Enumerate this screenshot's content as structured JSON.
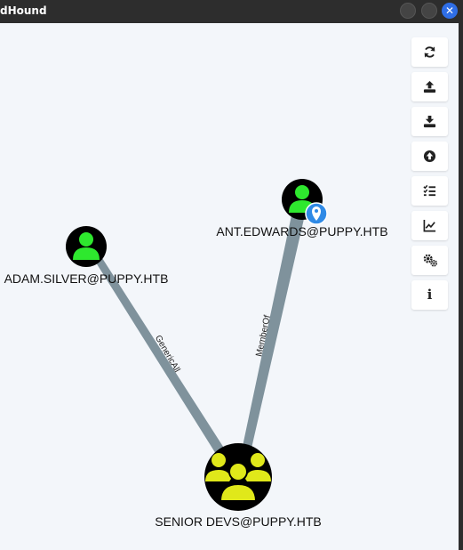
{
  "window": {
    "title": "dHound",
    "close_glyph": "✕"
  },
  "toolbar": {
    "items": [
      {
        "icon": "refresh-icon"
      },
      {
        "icon": "upload-icon"
      },
      {
        "icon": "download-icon"
      },
      {
        "icon": "upload-circle-icon"
      },
      {
        "icon": "checklist-icon"
      },
      {
        "icon": "chart-icon"
      },
      {
        "icon": "gears-icon"
      },
      {
        "icon": "info-icon"
      }
    ],
    "info_glyph": "i"
  },
  "graph": {
    "nodes": [
      {
        "id": "adam",
        "label": "ADAM.SILVER@PUPPY.HTB",
        "type": "user",
        "color": "#2ee82e"
      },
      {
        "id": "ant",
        "label": "ANT.EDWARDS@PUPPY.HTB",
        "type": "user",
        "color": "#2ee82e",
        "owned": true
      },
      {
        "id": "senior",
        "label": "SENIOR DEVS@PUPPY.HTB",
        "type": "group",
        "color": "#e0e81a"
      }
    ],
    "edges": [
      {
        "from": "adam",
        "to": "senior",
        "label": "GenericAll"
      },
      {
        "from": "ant",
        "to": "senior",
        "label": "MemberOf"
      }
    ],
    "colors": {
      "edge": "#7f929c",
      "node_bg": "#000000",
      "owned_marker": "#2f8ae6"
    }
  }
}
